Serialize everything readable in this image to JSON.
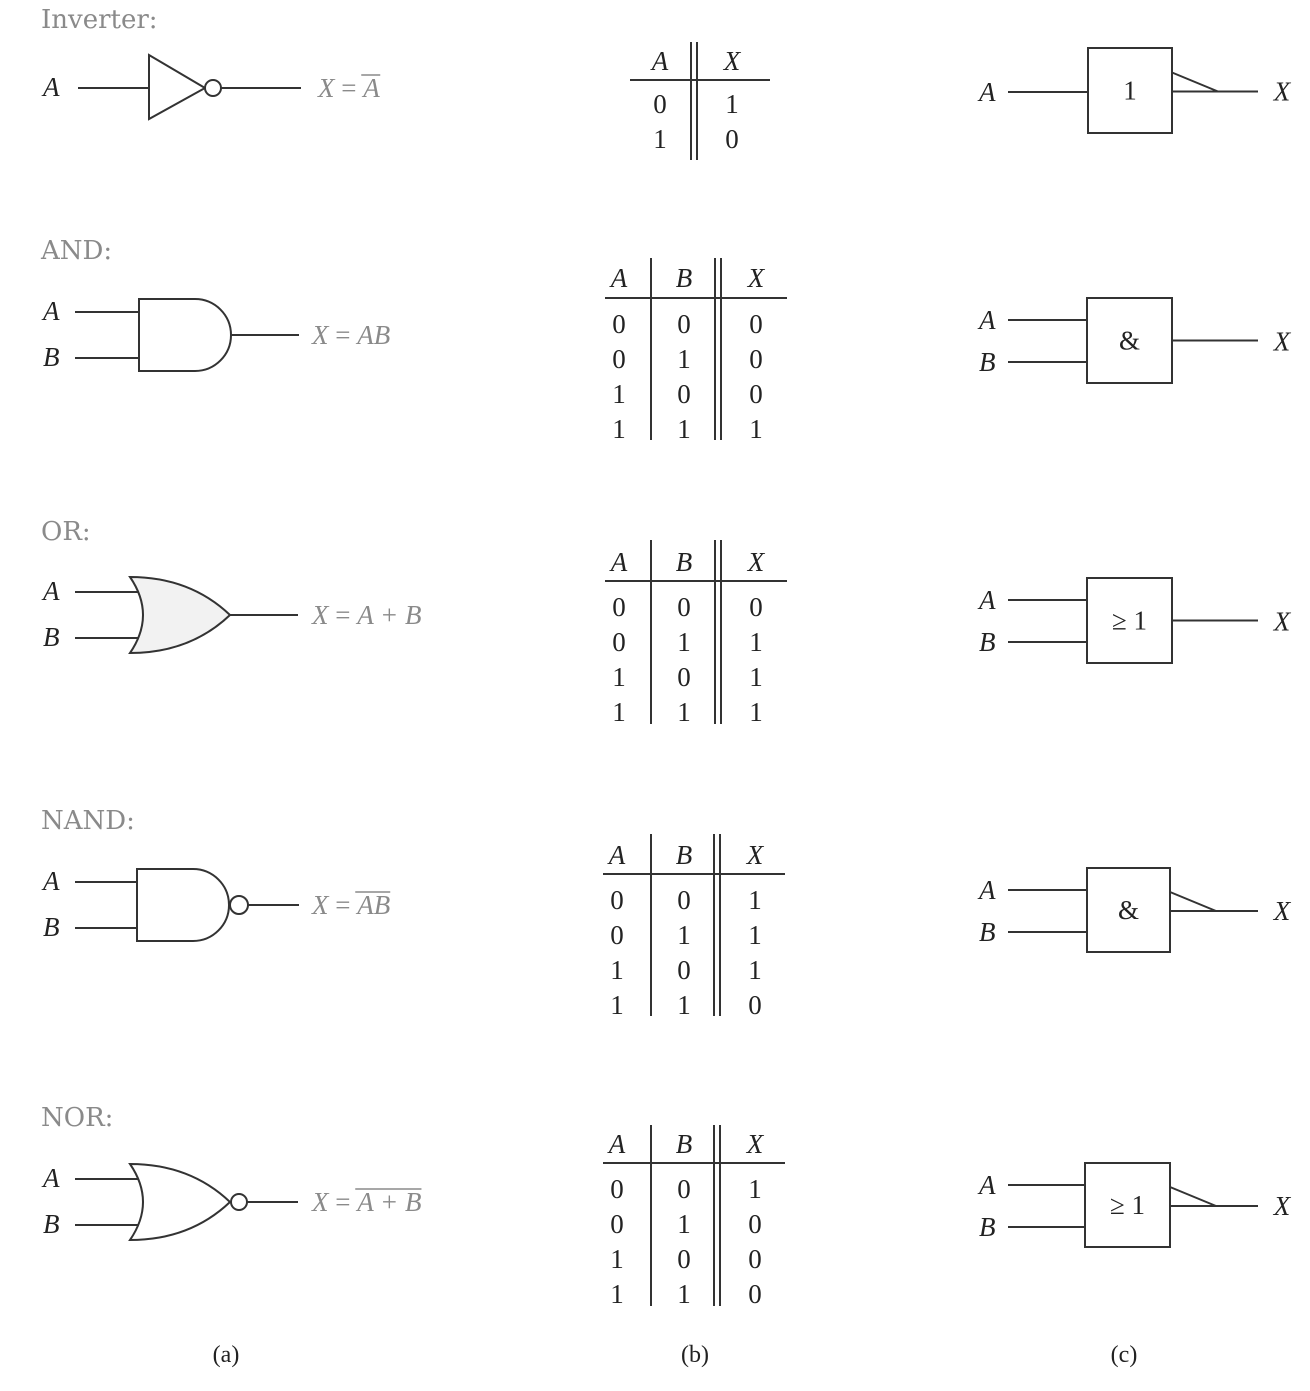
{
  "gates": [
    {
      "id": "inverter",
      "name": "Inverter:",
      "inputs": [
        "A"
      ],
      "output": "X",
      "expression": {
        "lhs": "X",
        "eq": "=",
        "rhs": "A",
        "overline": "A"
      },
      "truth_table": {
        "headers": [
          "A",
          "X"
        ],
        "rows": [
          [
            "0",
            "1"
          ],
          [
            "1",
            "0"
          ]
        ]
      },
      "iec_symbol": "1"
    },
    {
      "id": "and",
      "name": "AND:",
      "inputs": [
        "A",
        "B"
      ],
      "output": "X",
      "expression": {
        "lhs": "X",
        "eq": "=",
        "rhs": "AB",
        "overline": ""
      },
      "truth_table": {
        "headers": [
          "A",
          "B",
          "X"
        ],
        "rows": [
          [
            "0",
            "0",
            "0"
          ],
          [
            "0",
            "1",
            "0"
          ],
          [
            "1",
            "0",
            "0"
          ],
          [
            "1",
            "1",
            "1"
          ]
        ]
      },
      "iec_symbol": "&"
    },
    {
      "id": "or",
      "name": "OR:",
      "inputs": [
        "A",
        "B"
      ],
      "output": "X",
      "expression": {
        "lhs": "X",
        "eq": "=",
        "rhs": "A + B",
        "overline": ""
      },
      "truth_table": {
        "headers": [
          "A",
          "B",
          "X"
        ],
        "rows": [
          [
            "0",
            "0",
            "0"
          ],
          [
            "0",
            "1",
            "1"
          ],
          [
            "1",
            "0",
            "1"
          ],
          [
            "1",
            "1",
            "1"
          ]
        ]
      },
      "iec_symbol": "≥ 1"
    },
    {
      "id": "nand",
      "name": "NAND:",
      "inputs": [
        "A",
        "B"
      ],
      "output": "X",
      "expression": {
        "lhs": "X",
        "eq": "=",
        "rhs": "AB",
        "overline": "AB"
      },
      "truth_table": {
        "headers": [
          "A",
          "B",
          "X"
        ],
        "rows": [
          [
            "0",
            "0",
            "1"
          ],
          [
            "0",
            "1",
            "1"
          ],
          [
            "1",
            "0",
            "1"
          ],
          [
            "1",
            "1",
            "0"
          ]
        ]
      },
      "iec_symbol": "&"
    },
    {
      "id": "nor",
      "name": "NOR:",
      "inputs": [
        "A",
        "B"
      ],
      "output": "X",
      "expression": {
        "lhs": "X",
        "eq": "=",
        "rhs": "A + B",
        "overline": "A + B"
      },
      "truth_table": {
        "headers": [
          "A",
          "B",
          "X"
        ],
        "rows": [
          [
            "0",
            "0",
            "1"
          ],
          [
            "0",
            "1",
            "0"
          ],
          [
            "1",
            "0",
            "0"
          ],
          [
            "1",
            "1",
            "0"
          ]
        ]
      },
      "iec_symbol": "≥ 1"
    }
  ],
  "column_captions": [
    "(a)",
    "(b)",
    "(c)"
  ]
}
